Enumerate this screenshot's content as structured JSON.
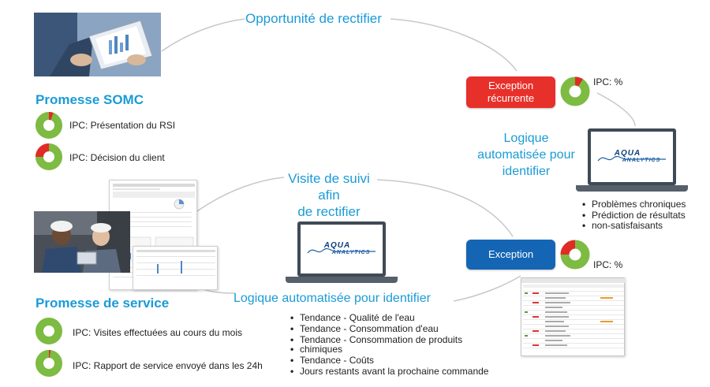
{
  "top_title": "Opportunité de rectifier",
  "middle_title_line1": "Visite de suivi afin",
  "middle_title_line2": "de rectifier",
  "somc": {
    "title": "Promesse SOMC",
    "kpis": [
      "IPC: Présentation du RSI",
      "IPC: Décision du client"
    ]
  },
  "service": {
    "title": "Promesse de service",
    "kpis": [
      "IPC: Visites effectuées au cours du mois",
      "IPC: Rapport de service envoyé dans les 24h"
    ]
  },
  "exception_recurrente": {
    "label_line1": "Exception",
    "label_line2": "récurrente",
    "kpi": "IPC: %"
  },
  "exception": {
    "label": "Exception",
    "kpi": "IPC: %"
  },
  "logic_right": {
    "line1": "Logique",
    "line2": "automatisée pour",
    "line3": "identifier",
    "bullets": [
      "Problèmes chroniques",
      "Prédiction de résultats",
      "non-satisfaisants"
    ]
  },
  "logic_center": {
    "title": "Logique automatisée pour identifier",
    "bullets": [
      "Tendance - Qualité de l'eau",
      "Tendance - Consommation d'eau",
      "Tendance - Consommation de produits",
      "chimiques",
      "Tendance - Coûts",
      "Jours restants avant la prochaine commande"
    ]
  },
  "logo": {
    "name": "AQUA",
    "sub": "ANALYTICS"
  },
  "colors": {
    "accent_blue": "#1a9bd7",
    "exception_red": "#e8302a",
    "exception_blue": "#1565b5",
    "donut_green": "#7dbb42",
    "donut_red": "#e02b27"
  }
}
